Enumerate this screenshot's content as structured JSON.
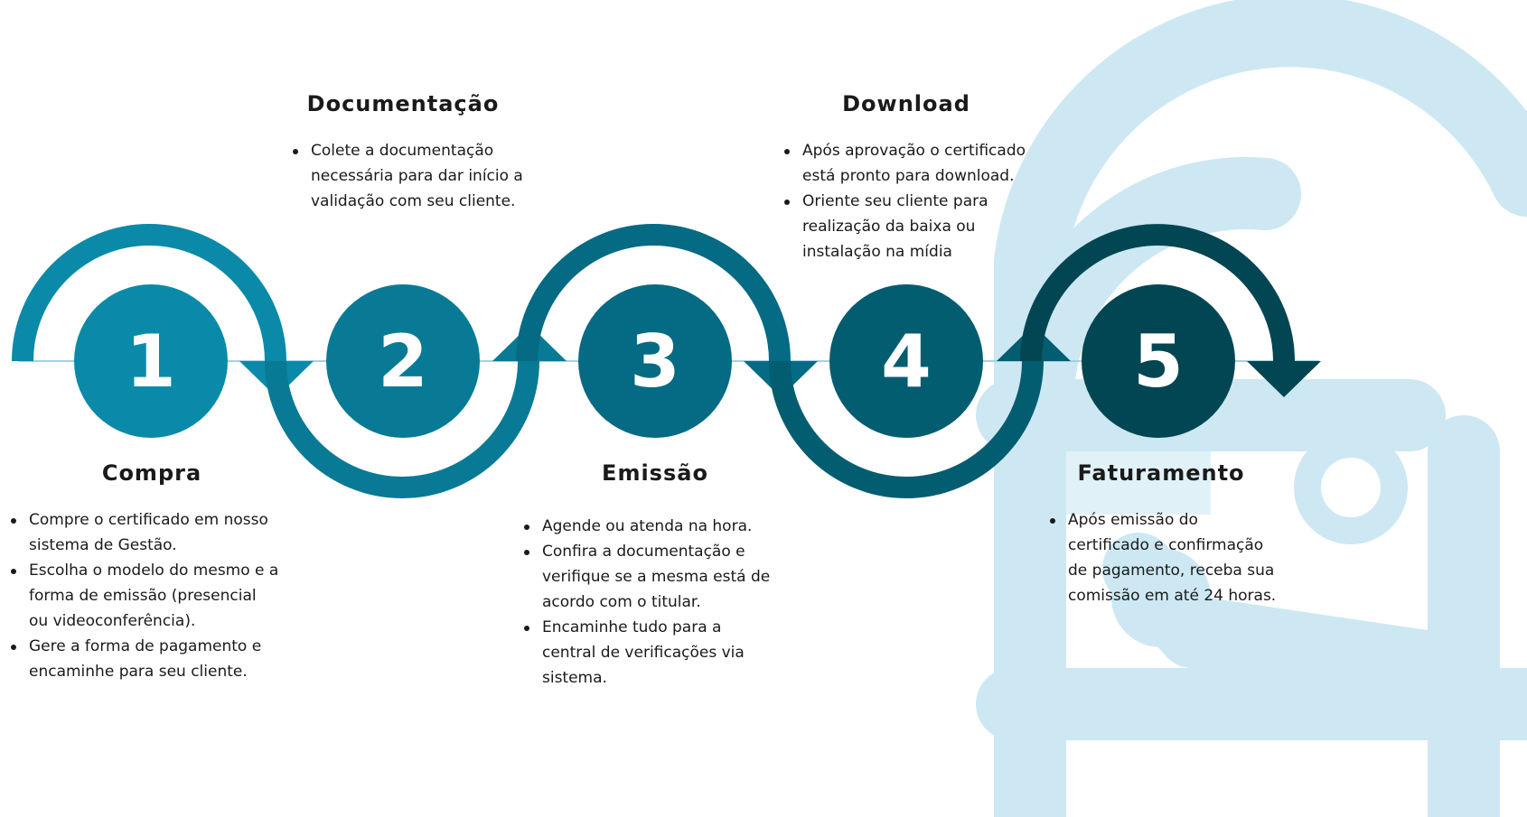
{
  "colors": {
    "background_art": "#cde8f3",
    "step1": "#0a8aa8",
    "step2": "#087a96",
    "step3": "#056a83",
    "step4": "#035d70",
    "step5": "#014652",
    "connector": "#9fd3e4"
  },
  "steps": [
    {
      "number": "1",
      "title": "Compra",
      "items": [
        "Compre o certificado em nosso sistema de Gestão.",
        "Escolha o modelo do mesmo e a forma de emissão (presencial ou videoconferência).",
        "Gere a forma de pagamento e encaminhe para seu cliente."
      ]
    },
    {
      "number": "2",
      "title": "Documentação",
      "items": [
        "Colete a documentação necessária para dar início a validação com seu cliente."
      ]
    },
    {
      "number": "3",
      "title": "Emissão",
      "items": [
        "Agende ou atenda na hora.",
        "Confira a documentação e verifique se a mesma está de acordo com o titular.",
        "Encaminhe tudo para a central de verificações via sistema."
      ]
    },
    {
      "number": "4",
      "title": "Download",
      "items": [
        "Após aprovação o certificado está pronto para download.",
        "Oriente seu cliente para realização da baixa ou instalação na mídia"
      ]
    },
    {
      "number": "5",
      "title": "Faturamento",
      "items": [
        "Após emissão do certificado e confirmação de pagamento, receba sua comissão em até 24 horas."
      ]
    }
  ]
}
